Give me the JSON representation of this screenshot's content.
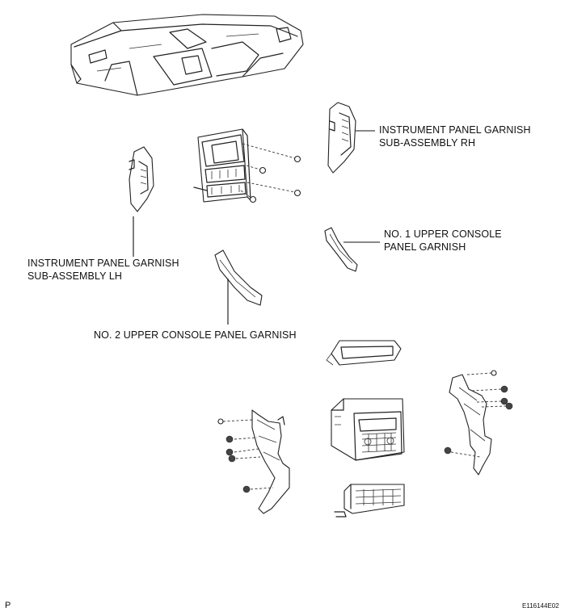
{
  "labels": {
    "garnish_rh": [
      "INSTRUMENT PANEL GARNISH",
      "SUB-ASSEMBLY RH"
    ],
    "garnish_lh": [
      "INSTRUMENT PANEL GARNISH",
      "SUB-ASSEMBLY LH"
    ],
    "no1_console": [
      "NO. 1 UPPER CONSOLE",
      "PANEL GARNISH"
    ],
    "no2_console": "NO. 2 UPPER CONSOLE PANEL GARNISH"
  },
  "corner_letter": "P",
  "figure_code": "E116144E02"
}
